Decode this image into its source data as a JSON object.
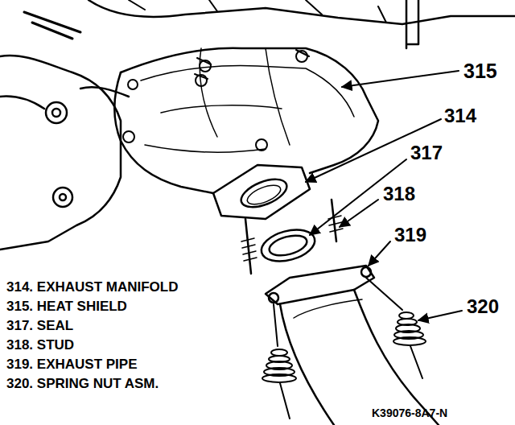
{
  "diagram": {
    "labels": [
      "315",
      "314",
      "317",
      "318",
      "319",
      "320",
      "314. EXHAUST MANIFOLD",
      "315. HEAT SHIELD",
      "317. SEAL",
      "318. STUD",
      "319. EXHAUST PIPE",
      "320. SPRING NUT ASM.",
      "K39076-8A7-N"
    ]
  }
}
